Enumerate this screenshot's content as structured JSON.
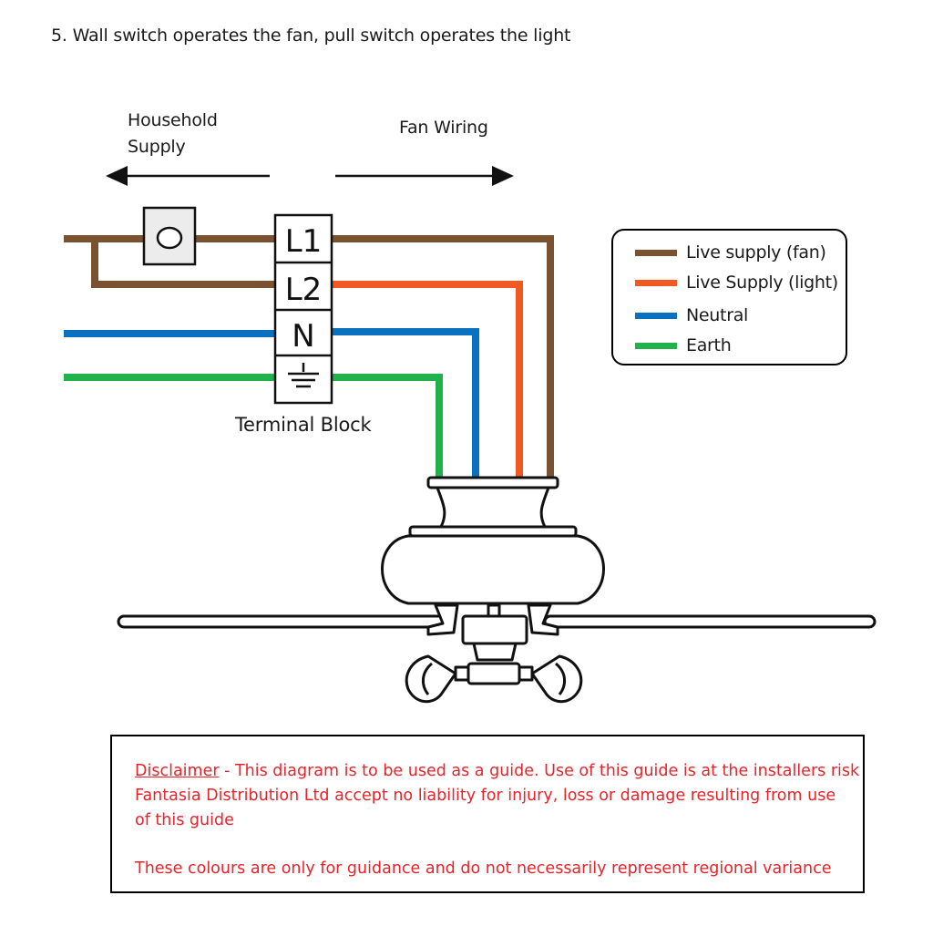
{
  "heading": "5. Wall switch operates the fan, pull switch operates the light",
  "arrows": {
    "left_label_line1": "Household",
    "left_label_line2": "Supply",
    "right_label": "Fan Wiring"
  },
  "terminal_block": {
    "caption": "Terminal Block",
    "terminals": [
      "L1",
      "L2",
      "N"
    ],
    "earth_icon": "earth-ground-icon"
  },
  "switch_icon": "wall-switch-icon",
  "legend": {
    "items": [
      {
        "label": "Live supply (fan)",
        "color": "#7a5230"
      },
      {
        "label": "Live Supply (light)",
        "color": "#f05a22"
      },
      {
        "label": "Neutral",
        "color": "#0a71c0"
      },
      {
        "label": "Earth",
        "color": "#22b24c"
      }
    ]
  },
  "disclaimer": {
    "link_text": "Disclaimer",
    "line1_rest": " - This diagram is to be used as a guide.  Use of this guide is at the installers risk",
    "line2": "Fantasia Distribution Ltd accept no liability for injury, loss or damage resulting from use",
    "line3": "of this guide",
    "line4": "These colours are only for guidance and do not necessarily represent regional variance",
    "color": "#e8242b"
  },
  "fan_icon": "ceiling-fan-icon"
}
